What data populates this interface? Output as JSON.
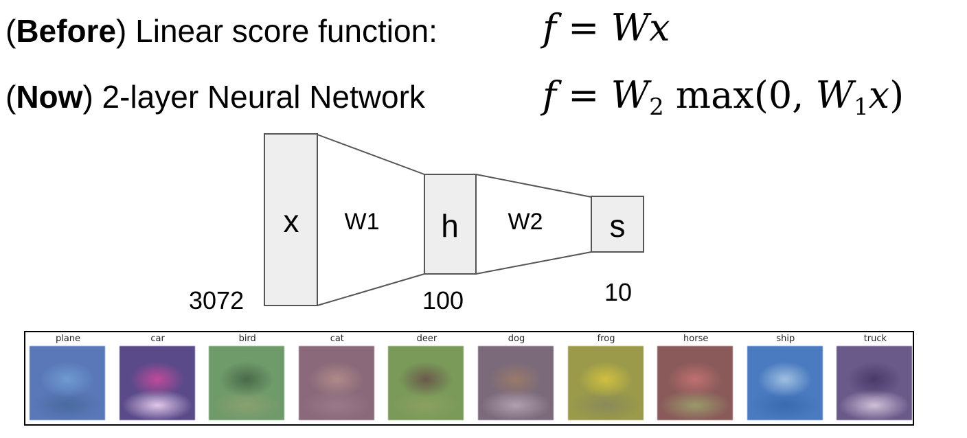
{
  "header": {
    "before_prefix_open": "(",
    "before_bold": "Before",
    "before_rest": ") Linear score function:",
    "now_prefix_open": "(",
    "now_bold": "Now",
    "now_rest": ") 2-layer Neural Network",
    "formula_linear": {
      "lhs": "f",
      "eq": "=",
      "W": "W",
      "x": "x"
    },
    "formula_nn": {
      "lhs": "f",
      "eq": "=",
      "W2": "W",
      "sub2": "2",
      "max": "max(0,",
      "W1": "W",
      "sub1": "1",
      "x": "x",
      "close": ")"
    }
  },
  "diagram": {
    "layers": [
      {
        "label": "x",
        "size": "3072"
      },
      {
        "label": "h",
        "size": "100"
      },
      {
        "label": "s",
        "size": "10"
      }
    ],
    "weights": [
      "W1",
      "W2"
    ],
    "colors": {
      "box_fill": "#eeeeee",
      "stroke": "#555555"
    }
  },
  "templates": [
    {
      "label": "plane",
      "colors": [
        "#5a78b8",
        "#6f9bd0",
        "#4a6aa0"
      ]
    },
    {
      "label": "car",
      "colors": [
        "#5a4a8a",
        "#c04a9a",
        "#e0c8e8"
      ]
    },
    {
      "label": "bird",
      "colors": [
        "#6f9a6a",
        "#4a6a4a",
        "#8aa070"
      ]
    },
    {
      "label": "cat",
      "colors": [
        "#8a6a7a",
        "#b08a8a",
        "#9a7a8a"
      ]
    },
    {
      "label": "deer",
      "colors": [
        "#7a9a5a",
        "#6a5a4a",
        "#8aa060"
      ]
    },
    {
      "label": "dog",
      "colors": [
        "#7a6a7a",
        "#9a7a6a",
        "#b0a0b0"
      ]
    },
    {
      "label": "frog",
      "colors": [
        "#9a9a4a",
        "#d0c040",
        "#8a8a5a"
      ]
    },
    {
      "label": "horse",
      "colors": [
        "#8a5a5a",
        "#c07070",
        "#9a9a6a"
      ]
    },
    {
      "label": "ship",
      "colors": [
        "#4a7ac0",
        "#a0c0e0",
        "#3a6ab0"
      ]
    },
    {
      "label": "truck",
      "colors": [
        "#6a5a8a",
        "#4a3a6a",
        "#d0c0d8"
      ]
    }
  ]
}
